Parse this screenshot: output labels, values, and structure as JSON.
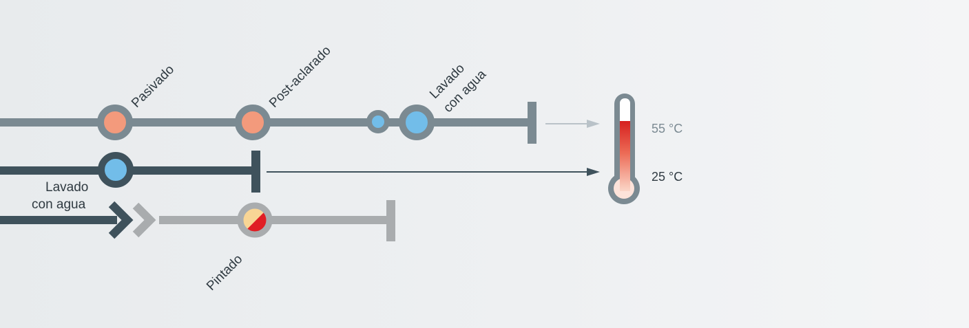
{
  "diagram": {
    "stages": {
      "pasivado": "Pasivado",
      "post_aclarado": "Post-aclarado",
      "lavado_top_line1": "Lavado",
      "lavado_top_line2": "con agua",
      "lavado_mid_line1": "Lavado",
      "lavado_mid_line2": "con agua",
      "pintado": "Pintado"
    },
    "thermometer": {
      "high": "55 °C",
      "low": "25 °C"
    }
  },
  "colors": {
    "line_top": "#7b8a92",
    "line_mid": "#3f525c",
    "line_bottom": "#a9acae",
    "node_orange": "#f39a7c",
    "node_blue": "#72bde9",
    "paint_yellow": "#f8d595",
    "paint_red": "#e01e24",
    "mercury_red": "#d6201f",
    "temp_high_text": "#7b8a92",
    "temp_low_text": "#2f3a41"
  }
}
